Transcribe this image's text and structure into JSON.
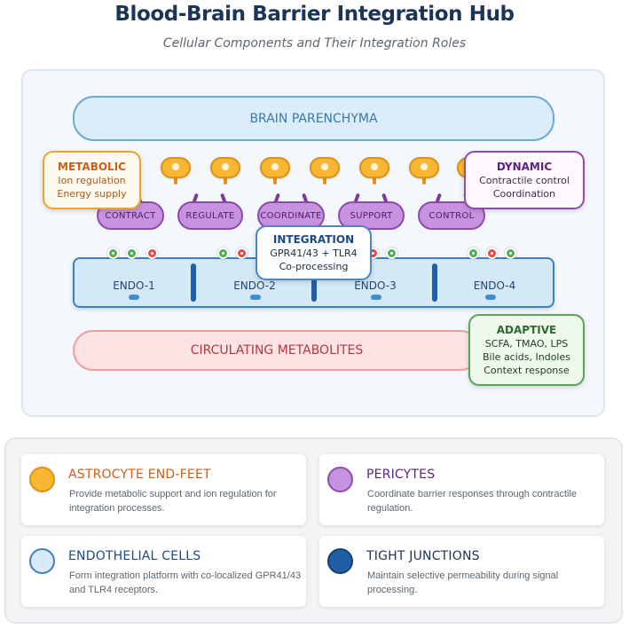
{
  "header": {
    "title": "Blood-Brain Barrier Integration Hub",
    "subtitle": "Cellular Components and Their Integration Roles"
  },
  "diagram": {
    "brain_parenchyma_label": "BRAIN PARENCHYMA",
    "circulating_label": "CIRCULATING METABOLITES",
    "pericytes": [
      "CONTRACT",
      "REGULATE",
      "COORDINATE",
      "SUPPORT",
      "CONTROL"
    ],
    "endothelial_cells": [
      "ENDO-1",
      "ENDO-2",
      "ENDO-3",
      "ENDO-4"
    ],
    "receptor_colors": {
      "gpr41_43": "#4caf50",
      "tlr4": "#e5484d"
    },
    "callouts": {
      "metabolic": {
        "title": "METABOLIC",
        "lines": [
          "Ion regulation",
          "Energy supply"
        ]
      },
      "dynamic": {
        "title": "DYNAMIC",
        "lines": [
          "Contractile control",
          "Coordination"
        ]
      },
      "integration": {
        "title": "INTEGRATION",
        "lines": [
          "GPR41/43 + TLR4",
          "Co-processing"
        ]
      },
      "adaptive": {
        "title": "ADAPTIVE",
        "lines": [
          "SCFA, TMAO, LPS",
          "Bile acids, Indoles",
          "Context response"
        ]
      }
    }
  },
  "legend": [
    {
      "icon": "astrocyte-end-foot-swatch",
      "title": "ASTROCYTE END-FEET",
      "description": "Provide metabolic support and ion regulation for integration processes.",
      "fill": "#f7b733",
      "border": "#e09117",
      "title_color": "#c8601a"
    },
    {
      "icon": "pericyte-swatch",
      "title": "PERICYTES",
      "description": "Coordinate barrier responses through contractile regulation.",
      "fill": "#c793e0",
      "border": "#8c4aab",
      "title_color": "#5b2380"
    },
    {
      "icon": "endothelial-cell-swatch",
      "title": "ENDOTHELIAL CELLS",
      "description": "Form integration platform with co-localized GPR41/43 and TLR4 receptors.",
      "fill": "#d6ebfb",
      "border": "#3f7fbc",
      "title_color": "#1c4a86"
    },
    {
      "icon": "tight-junction-swatch",
      "title": "TIGHT JUNCTIONS",
      "description": "Maintain selective permeability during signal processing.",
      "fill": "#1f5fa8",
      "border": "#123f78",
      "title_color": "#1c3557"
    }
  ]
}
